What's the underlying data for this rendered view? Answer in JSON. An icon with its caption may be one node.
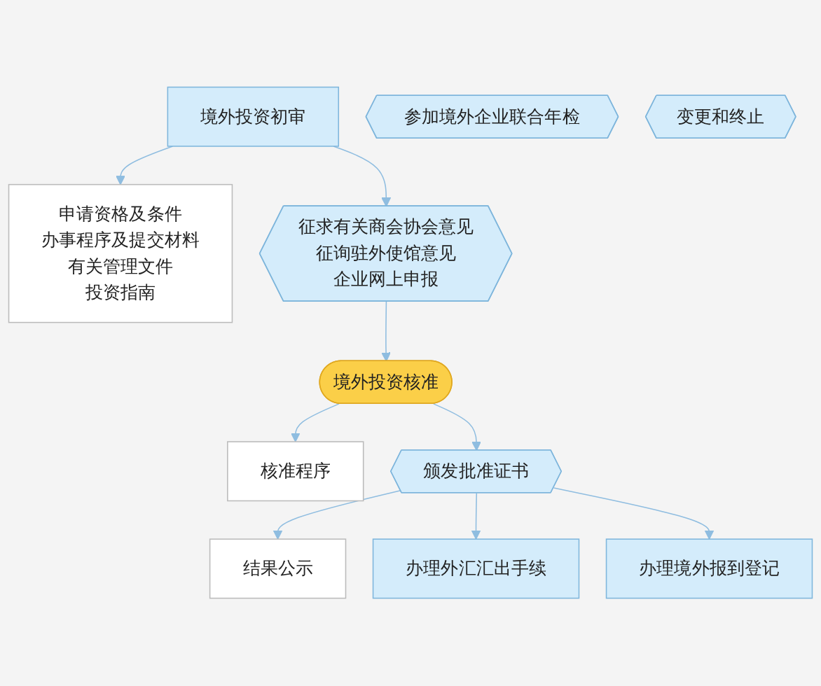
{
  "diagram": {
    "nodes": [
      {
        "text": [
          "境外投资初审"
        ]
      },
      {
        "text": [
          "申请资格及条件",
          "办事程序及提交材料",
          "有关管理文件",
          "投资指南"
        ]
      },
      {
        "text": [
          "征求有关商会协会意见",
          "征询驻外使馆意见",
          "企业网上申报"
        ]
      },
      {
        "text": [
          "境外投资核准"
        ]
      },
      {
        "text": [
          "核准程序"
        ]
      },
      {
        "text": [
          "颁发批准证书"
        ]
      },
      {
        "text": [
          "结果公示"
        ]
      },
      {
        "text": [
          "办理外汇汇出手续"
        ]
      },
      {
        "text": [
          "办理境外报到登记"
        ]
      },
      {
        "text": [
          "参加境外企业联合年检"
        ]
      },
      {
        "text": [
          "变更和终止"
        ]
      }
    ],
    "edges": [
      {
        "from": 0,
        "to": 1,
        "arrow": "to"
      },
      {
        "from": 0,
        "to": 2,
        "arrow": "to"
      },
      {
        "from": 2,
        "to": 3,
        "arrow": "to"
      },
      {
        "from": 3,
        "to": 4,
        "arrow": "to"
      },
      {
        "from": 3,
        "to": 5,
        "arrow": "to"
      },
      {
        "from": 5,
        "to": 6,
        "arrow": "to"
      },
      {
        "from": 5,
        "to": 7,
        "arrow": "to"
      },
      {
        "from": 5,
        "to": 8,
        "arrow": "to"
      }
    ]
  }
}
